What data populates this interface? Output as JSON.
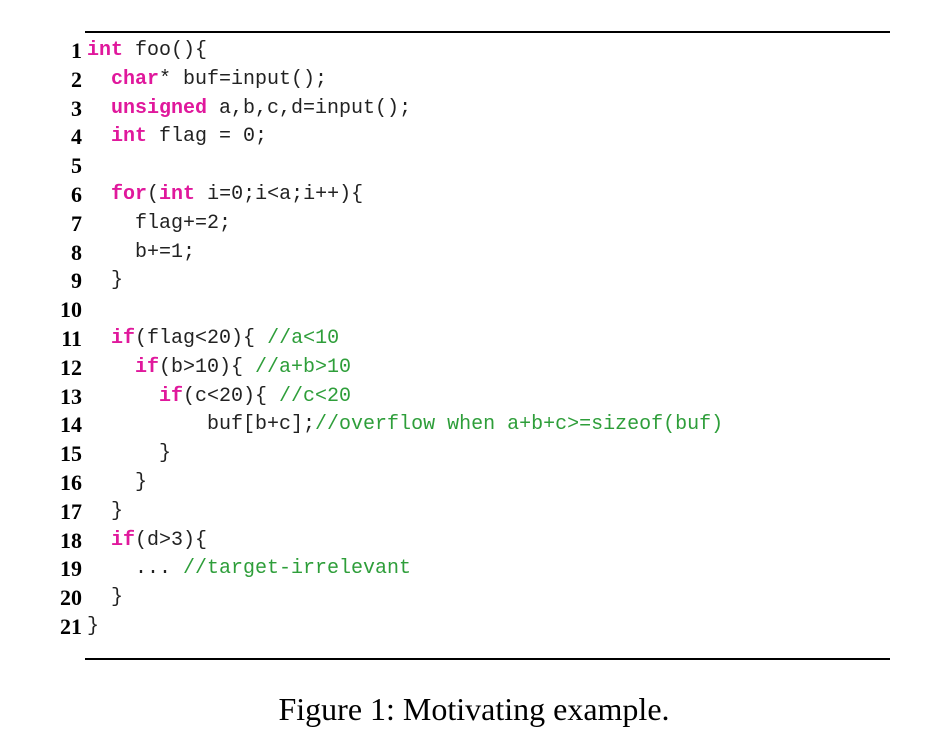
{
  "figure": {
    "caption": "Figure 1: Motivating example.",
    "lines": [
      {
        "n": "1",
        "segments": [
          {
            "t": "int",
            "k": "kw"
          },
          {
            "t": " foo(){",
            "k": "tx"
          }
        ]
      },
      {
        "n": "2",
        "segments": [
          {
            "t": "  ",
            "k": "tx"
          },
          {
            "t": "char",
            "k": "kw"
          },
          {
            "t": "* buf=input();",
            "k": "tx"
          }
        ]
      },
      {
        "n": "3",
        "segments": [
          {
            "t": "  ",
            "k": "tx"
          },
          {
            "t": "unsigned",
            "k": "kw"
          },
          {
            "t": " a,b,c,d=input();",
            "k": "tx"
          }
        ]
      },
      {
        "n": "4",
        "segments": [
          {
            "t": "  ",
            "k": "tx"
          },
          {
            "t": "int",
            "k": "kw"
          },
          {
            "t": " flag = 0;",
            "k": "tx"
          }
        ]
      },
      {
        "n": "5",
        "segments": []
      },
      {
        "n": "6",
        "segments": [
          {
            "t": "  ",
            "k": "tx"
          },
          {
            "t": "for",
            "k": "kw"
          },
          {
            "t": "(",
            "k": "tx"
          },
          {
            "t": "int",
            "k": "kw"
          },
          {
            "t": " i=0;i<a;i++){",
            "k": "tx"
          }
        ]
      },
      {
        "n": "7",
        "segments": [
          {
            "t": "    flag+=2;",
            "k": "tx"
          }
        ]
      },
      {
        "n": "8",
        "segments": [
          {
            "t": "    b+=1;",
            "k": "tx"
          }
        ]
      },
      {
        "n": "9",
        "segments": [
          {
            "t": "  }",
            "k": "tx"
          }
        ]
      },
      {
        "n": "10",
        "segments": []
      },
      {
        "n": "11",
        "segments": [
          {
            "t": "  ",
            "k": "tx"
          },
          {
            "t": "if",
            "k": "kw"
          },
          {
            "t": "(flag<20){ ",
            "k": "tx"
          },
          {
            "t": "//a<10",
            "k": "cm"
          }
        ]
      },
      {
        "n": "12",
        "segments": [
          {
            "t": "    ",
            "k": "tx"
          },
          {
            "t": "if",
            "k": "kw"
          },
          {
            "t": "(b>10){ ",
            "k": "tx"
          },
          {
            "t": "//a+b>10",
            "k": "cm"
          }
        ]
      },
      {
        "n": "13",
        "segments": [
          {
            "t": "      ",
            "k": "tx"
          },
          {
            "t": "if",
            "k": "kw"
          },
          {
            "t": "(c<20){ ",
            "k": "tx"
          },
          {
            "t": "//c<20",
            "k": "cm"
          }
        ]
      },
      {
        "n": "14",
        "segments": [
          {
            "t": "          buf[b+c];",
            "k": "tx"
          },
          {
            "t": "//overflow when a+b+c>=sizeof(buf)",
            "k": "cm"
          }
        ]
      },
      {
        "n": "15",
        "segments": [
          {
            "t": "      }",
            "k": "tx"
          }
        ]
      },
      {
        "n": "16",
        "segments": [
          {
            "t": "    }",
            "k": "tx"
          }
        ]
      },
      {
        "n": "17",
        "segments": [
          {
            "t": "  }",
            "k": "tx"
          }
        ]
      },
      {
        "n": "18",
        "segments": [
          {
            "t": "  ",
            "k": "tx"
          },
          {
            "t": "if",
            "k": "kw"
          },
          {
            "t": "(d>3){",
            "k": "tx"
          }
        ]
      },
      {
        "n": "19",
        "segments": [
          {
            "t": "    ... ",
            "k": "tx"
          },
          {
            "t": "//target-irrelevant",
            "k": "cm"
          }
        ]
      },
      {
        "n": "20",
        "segments": [
          {
            "t": "  }",
            "k": "tx"
          }
        ]
      },
      {
        "n": "21",
        "segments": [
          {
            "t": "}",
            "k": "tx"
          }
        ]
      }
    ]
  }
}
